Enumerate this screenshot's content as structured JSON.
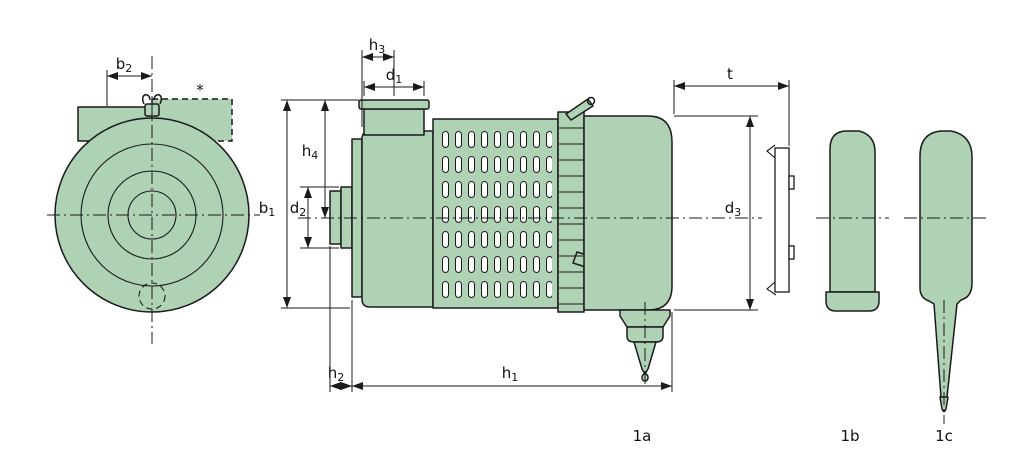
{
  "colors": {
    "part_fill": "#afd2b5",
    "line": "#1a1a1a",
    "background": "#ffffff"
  },
  "labels": {
    "b2": {
      "base": "b",
      "sub": "2"
    },
    "h3": {
      "base": "h",
      "sub": "3"
    },
    "d1": {
      "base": "d",
      "sub": "1"
    },
    "t": {
      "base": "t",
      "sub": ""
    },
    "h4": {
      "base": "h",
      "sub": "4"
    },
    "b1": {
      "base": "b",
      "sub": "1"
    },
    "d2": {
      "base": "d",
      "sub": "2"
    },
    "d3": {
      "base": "d",
      "sub": "3"
    },
    "h2": {
      "base": "h",
      "sub": "2"
    },
    "h1": {
      "base": "h",
      "sub": "1"
    },
    "asterisk": "*"
  },
  "parts": {
    "a": "1a",
    "b": "1b",
    "c": "1c"
  }
}
